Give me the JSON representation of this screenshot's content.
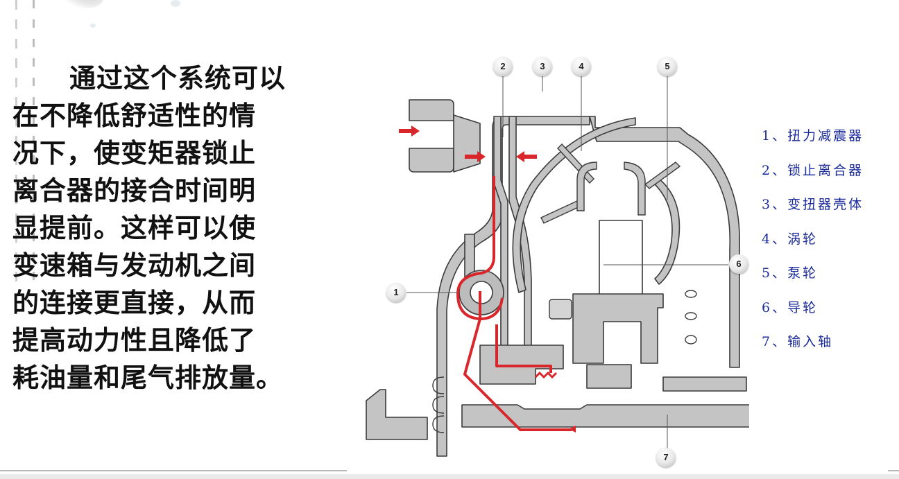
{
  "slide": {
    "body_text_lines": [
      "通过这个系统可以",
      "在不降低舒适性的情",
      "况下，使变矩器锁止",
      "离合器的接合时间明",
      "显提前。这样可以使",
      "变速箱与发动机之间",
      "的连接更直接，从而",
      "提高动力性且降低了",
      "耗油量和尾气排放量。"
    ],
    "legend": [
      "1、扭力减震器",
      "2、锁止离合器",
      "3、变扭器壳体",
      "4、涡轮",
      "5、泵轮",
      "6、导轮",
      "7、输入轴"
    ]
  },
  "diagram": {
    "title": "torque converter cross-section",
    "callouts": [
      "1",
      "2",
      "3",
      "4",
      "5",
      "6",
      "7"
    ],
    "colors": {
      "metal_fill": "#c4c4c4",
      "outline": "#3a3a3a",
      "flow_arrow": "#d9262b",
      "legend_text": "#1a2a9a"
    }
  }
}
